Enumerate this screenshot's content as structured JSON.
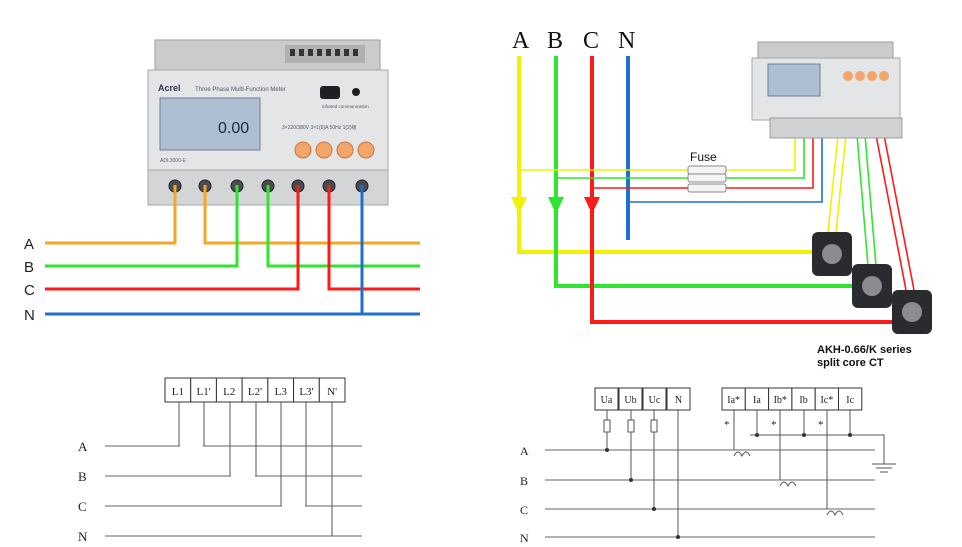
{
  "colors": {
    "phase_a": "#f5a623",
    "phase_b": "#2ee62e",
    "phase_c": "#ff1a1a",
    "neutral": "#1f6fd1",
    "phase_a_right": "#f2f200",
    "line": "#555555"
  },
  "meter_photo": {
    "brand": "Acrel",
    "model_text": "Three Phase Multi-Function Meter",
    "display_value": "0.00",
    "infrared_text": "infrared  communication",
    "model_code": "ADL3000-E",
    "spec_text": "3×220/380V 3×1(6)A 50Hz 1(2)级"
  },
  "left_wiring": {
    "labels": [
      "A",
      "B",
      "C",
      "N"
    ]
  },
  "right_wiring": {
    "labels": [
      "A",
      "B",
      "C",
      "N"
    ],
    "fuse_label": "Fuse",
    "ct_label_line1": "AKH-0.66/K  series",
    "ct_label_line2": "split core CT"
  },
  "left_schematic": {
    "terminals": [
      "L1",
      "L1'",
      "L2",
      "L2'",
      "L3",
      "L3'",
      "N'"
    ],
    "labels": [
      "A",
      "B",
      "C",
      "N"
    ]
  },
  "right_schematic": {
    "voltage_terminals": [
      "Ua",
      "Ub",
      "Uc",
      "N"
    ],
    "current_terminals": [
      "Ia*",
      "Ia",
      "Ib*",
      "Ib",
      "Ic*",
      "Ic"
    ],
    "labels": [
      "A",
      "B",
      "C",
      "N"
    ],
    "star_marks": [
      "*",
      "*",
      "*"
    ]
  }
}
